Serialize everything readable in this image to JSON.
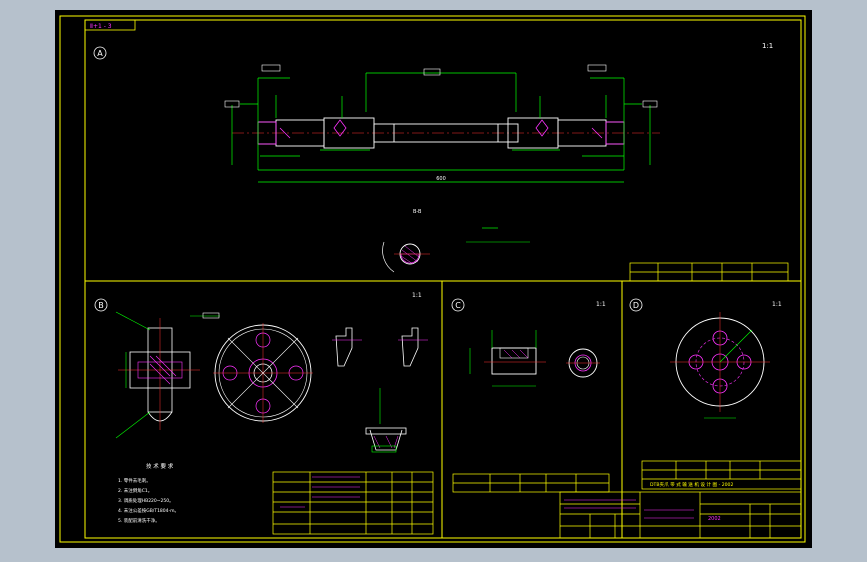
{
  "colors": {
    "window_bg": "#b6c1cc",
    "canvas_bg": "#000000",
    "border": "#ffff00",
    "white": "#ffffff",
    "magenta": "#ff33ff",
    "green": "#00ff00",
    "cyan": "#00ffff",
    "yellow": "#ffff00",
    "red": "#ff3030"
  },
  "drawing": {
    "top_tag": "Ⅱ+1 - 3",
    "scale_a": "1:1",
    "scale_b": "1:1",
    "scale_c": "1:1",
    "scale_d": "1:1"
  },
  "views": {
    "a": {
      "label": "A",
      "section": "B-B",
      "length": "600"
    },
    "b": {
      "label": "B"
    },
    "c": {
      "label": "C"
    },
    "d": {
      "label": "D"
    }
  },
  "notes": {
    "title": "技 术 要 求",
    "lines": [
      "1. 零件去毛刺。",
      "2. 未注倒角C1。",
      "3. 调质处理HB220~250。",
      "4. 未注公差按GB/T1804-m。",
      "5. 装配前清洗干净。"
    ]
  },
  "title_block": {
    "design_title": "DTB夹爪 带 式 输 送 机 设 计 图 - 2002",
    "drawing_no": "2002"
  }
}
